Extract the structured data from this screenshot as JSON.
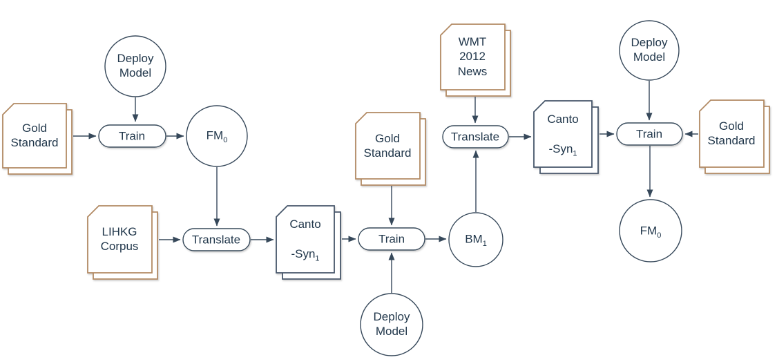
{
  "diagram": {
    "type": "flowchart",
    "colors": {
      "doc_tan": "#b28a64",
      "doc_dark": "#46566a",
      "stroke": "#36485a",
      "text": "#21374b",
      "background": "#ffffff"
    },
    "nodes": {
      "gold_left": {
        "type": "document",
        "label": "Gold Standard"
      },
      "deploy_1": {
        "type": "circle",
        "label": "Deploy Model"
      },
      "train_1": {
        "type": "process",
        "label": "Train"
      },
      "fm0_1": {
        "type": "circle",
        "label": "FM",
        "sub": "0"
      },
      "lihkg": {
        "type": "document",
        "label": "LIHKG Corpus"
      },
      "translate_1": {
        "type": "process",
        "label": "Translate"
      },
      "cantosyn_1": {
        "type": "document",
        "line1": "Canto",
        "line2": "-Syn",
        "sub": "1"
      },
      "gold_mid": {
        "type": "document",
        "label": "Gold Standard"
      },
      "train_2": {
        "type": "process",
        "label": "Train"
      },
      "deploy_2": {
        "type": "circle",
        "label": "Deploy Model"
      },
      "bm1": {
        "type": "circle",
        "label": "BM",
        "sub": "1"
      },
      "wmt": {
        "type": "document",
        "label": "WMT 2012 News"
      },
      "translate_2": {
        "type": "process",
        "label": "Translate"
      },
      "cantosyn_2": {
        "type": "document",
        "line1": "Canto",
        "line2": "-Syn",
        "sub": "1"
      },
      "deploy_3": {
        "type": "circle",
        "label": "Deploy Model"
      },
      "train_3": {
        "type": "process",
        "label": "Train"
      },
      "gold_right": {
        "type": "document",
        "label": "Gold Standard"
      },
      "fm0_2": {
        "type": "circle",
        "label": "FM",
        "sub": "0"
      }
    },
    "edges": [
      {
        "from": "deploy_1",
        "to": "train_1"
      },
      {
        "from": "gold_left",
        "to": "train_1"
      },
      {
        "from": "train_1",
        "to": "fm0_1"
      },
      {
        "from": "fm0_1",
        "to": "translate_1"
      },
      {
        "from": "lihkg",
        "to": "translate_1"
      },
      {
        "from": "translate_1",
        "to": "cantosyn_1"
      },
      {
        "from": "cantosyn_1",
        "to": "train_2"
      },
      {
        "from": "gold_mid",
        "to": "train_2"
      },
      {
        "from": "deploy_2",
        "to": "train_2"
      },
      {
        "from": "train_2",
        "to": "bm1"
      },
      {
        "from": "bm1",
        "to": "translate_2"
      },
      {
        "from": "wmt",
        "to": "translate_2"
      },
      {
        "from": "translate_2",
        "to": "cantosyn_2"
      },
      {
        "from": "cantosyn_2",
        "to": "train_3"
      },
      {
        "from": "deploy_3",
        "to": "train_3"
      },
      {
        "from": "gold_right",
        "to": "train_3"
      },
      {
        "from": "train_3",
        "to": "fm0_2"
      }
    ]
  }
}
